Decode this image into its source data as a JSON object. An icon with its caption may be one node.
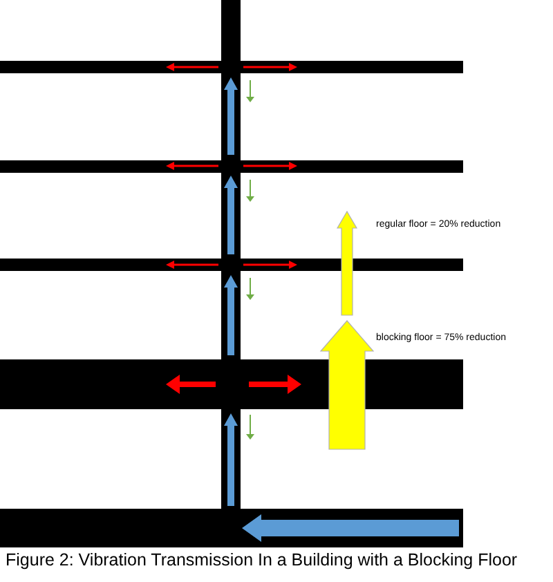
{
  "diagram": {
    "caption": "Figure 2: Vibration Transmission In a Building with a Blocking Floor",
    "legend": [
      {
        "text": "regular floor = 20% reduction"
      },
      {
        "text": "blocking floor = 75% reduction"
      }
    ]
  }
}
